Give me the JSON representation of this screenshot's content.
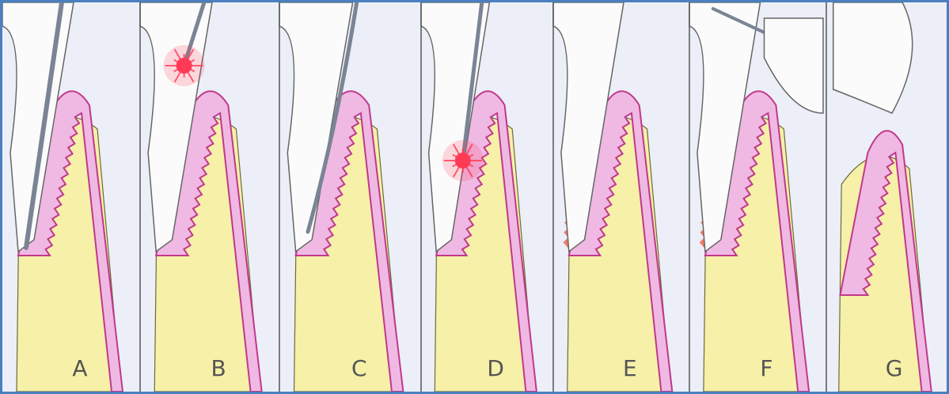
{
  "figure": {
    "panels": [
      {
        "label": "A",
        "instrument": "probe"
      },
      {
        "label": "B",
        "instrument": "laser-fiber",
        "laser_burst": "crest"
      },
      {
        "label": "C",
        "instrument": "curette"
      },
      {
        "label": "D",
        "instrument": "laser-fiber",
        "laser_burst": "pocket"
      },
      {
        "label": "E",
        "instrument": "none",
        "highlight": "lining"
      },
      {
        "label": "F",
        "instrument": "syringe",
        "highlight": "lining"
      },
      {
        "label": "G",
        "instrument": "none",
        "healed": true
      }
    ],
    "colors": {
      "border": "#4a7fc0",
      "background": "#eceff7",
      "gum": "#efb9e3",
      "gum_outline": "#c0398a",
      "connective": "#f6f0a8",
      "bone": "#e6d7b2",
      "tooth": "#fbfbfb",
      "laser": "#ff3a55",
      "highlight": "#f07a6a"
    }
  }
}
